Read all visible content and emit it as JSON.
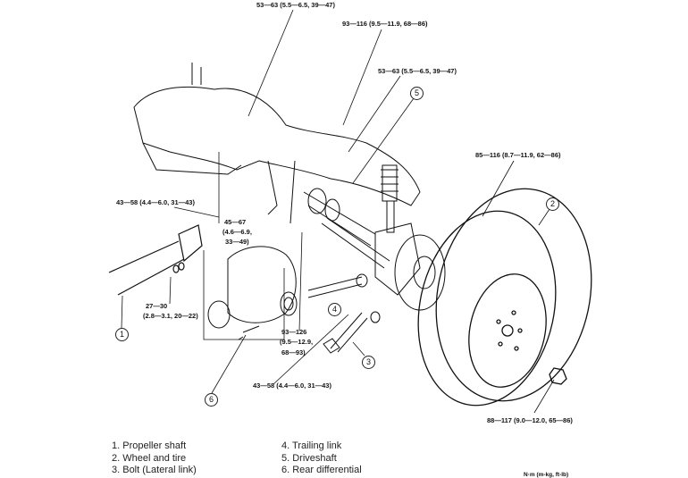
{
  "torque_labels": {
    "upper_arm_bolt": "53—63 (5.5—6.5, 39—47)",
    "upper_bolt": "93—116 (9.5—11.9, 68—86)",
    "driveshaft_nut": "53—63 (5.5—6.5, 39—47)",
    "hub_nut": "85—116 (8.7—11.9, 62—86)",
    "prop_flange_bolt": "43—58 (4.4—6.0, 31—43)",
    "mount_bolt_1": "45—67",
    "mount_bolt_2": "(4.6—6.9,",
    "mount_bolt_3": "33—49)",
    "prop_nut_1": "27—30",
    "prop_nut_2": "(2.8—3.1, 20—22)",
    "diff_bolt_1": "93—126",
    "diff_bolt_2": "(9.5—12.9,",
    "diff_bolt_3": "68—93)",
    "lateral_bolt": "43—58 (4.4—6.0, 31—43)",
    "wheel_nut": "88—117 (9.0—12.0, 65—86)"
  },
  "callouts": [
    "1",
    "2",
    "3",
    "4",
    "5",
    "6"
  ],
  "legend": {
    "items": [
      "1. Propeller shaft",
      "2. Wheel and tire",
      "3. Bolt (Lateral link)",
      "4. Trailing link",
      "5. Driveshaft",
      "6. Rear differential"
    ],
    "units": "N·m (m-kg, ft-lb)"
  }
}
